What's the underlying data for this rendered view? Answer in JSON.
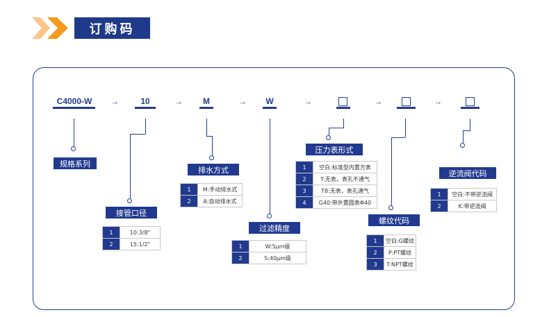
{
  "header": {
    "title": "订购码"
  },
  "segments": [
    {
      "code": "C4000-W",
      "label": "规格系列"
    },
    {
      "code": "10",
      "label": "接管口径",
      "options": [
        {
          "num": "1",
          "text": "10:3/8\""
        },
        {
          "num": "2",
          "text": "15:1/2\""
        }
      ]
    },
    {
      "code": "M",
      "label": "排水方式",
      "options": [
        {
          "num": "1",
          "text": "M:手动排水式"
        },
        {
          "num": "2",
          "text": "A:自动排水式"
        }
      ]
    },
    {
      "code": "W",
      "label": "过滤精度",
      "options": [
        {
          "num": "1",
          "text": "W:5μm级"
        },
        {
          "num": "2",
          "text": "S:40μm级"
        }
      ]
    },
    {
      "code": "",
      "label": "压力表形式",
      "options": [
        {
          "num": "1",
          "text": "空白:标准型内置方表"
        },
        {
          "num": "2",
          "text": "T:无表，表孔不通气"
        },
        {
          "num": "3",
          "text": "T8:无表，表孔通气"
        },
        {
          "num": "4",
          "text": "G40:带外置圆表Φ40"
        }
      ]
    },
    {
      "code": "",
      "label": "螺纹代码",
      "options": [
        {
          "num": "1",
          "text": "空白:G螺纹"
        },
        {
          "num": "2",
          "text": "P:PT螺纹"
        },
        {
          "num": "3",
          "text": "T:NPT螺纹"
        }
      ]
    },
    {
      "code": "",
      "label": "逆流阀代码",
      "options": [
        {
          "num": "1",
          "text": "空白:不带逆流阀"
        },
        {
          "num": "2",
          "text": "K:带逆流阀"
        }
      ]
    }
  ],
  "colors": {
    "primary": "#213a8f",
    "accent_orange": "#f59a1e"
  },
  "icons": {
    "header": "double-chevron-icon",
    "arrow": "arrow-right-icon",
    "empty": "empty-box"
  }
}
